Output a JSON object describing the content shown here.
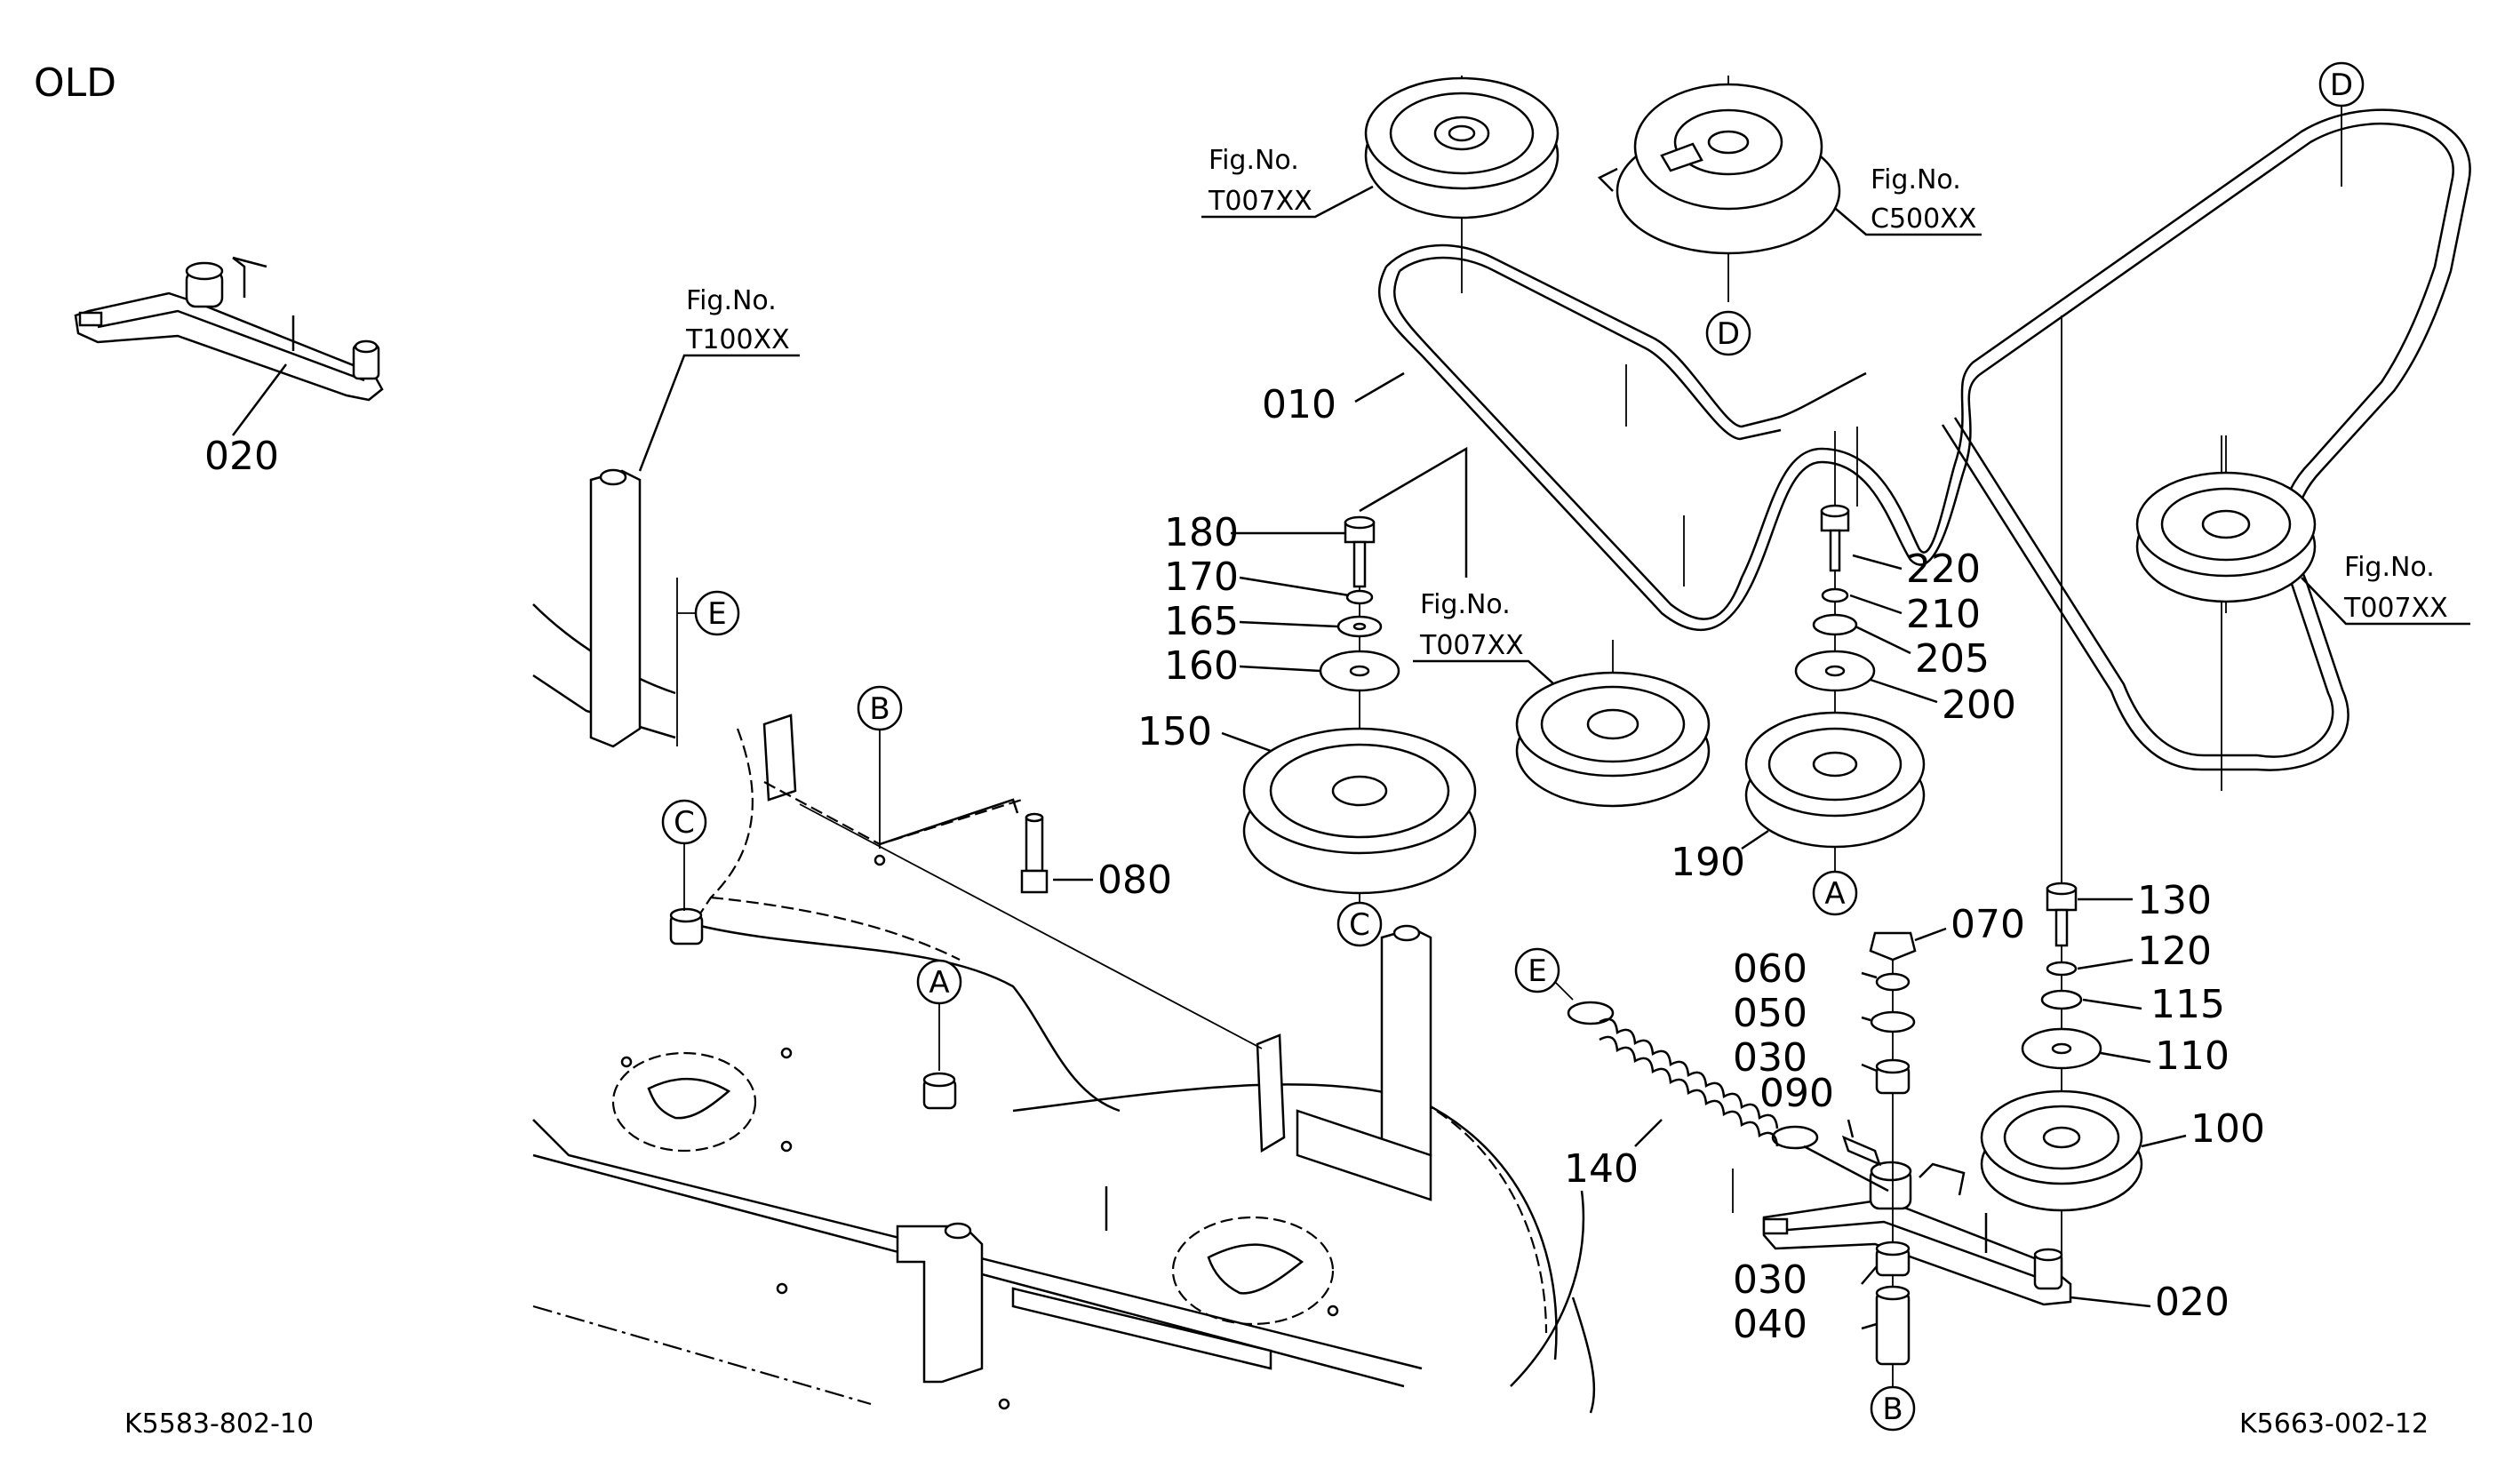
{
  "header": {
    "variant_label": "OLD"
  },
  "footer": {
    "left_code": "K5583-802-10",
    "right_code": "K5663-002-12"
  },
  "fig_refs": [
    {
      "id": "fig-t007-top",
      "line1": "Fig.No.",
      "line2": "T007XX"
    },
    {
      "id": "fig-c500",
      "line1": "Fig.No.",
      "line2": "C500XX"
    },
    {
      "id": "fig-t100",
      "line1": "Fig.No.",
      "line2": "T100XX"
    },
    {
      "id": "fig-t007-mid",
      "line1": "Fig.No.",
      "line2": "T007XX"
    },
    {
      "id": "fig-t007-right",
      "line1": "Fig.No.",
      "line2": "T007XX"
    }
  ],
  "part_numbers": [
    "020",
    "010",
    "180",
    "170",
    "165",
    "160",
    "150",
    "080",
    "220",
    "210",
    "205",
    "200",
    "190",
    "070",
    "060",
    "050",
    "030",
    "090",
    "140",
    "130",
    "120",
    "115",
    "110",
    "100",
    "020",
    "030",
    "040"
  ],
  "ref_letters": [
    "A",
    "A",
    "B",
    "B",
    "C",
    "C",
    "D",
    "D",
    "E",
    "E"
  ]
}
